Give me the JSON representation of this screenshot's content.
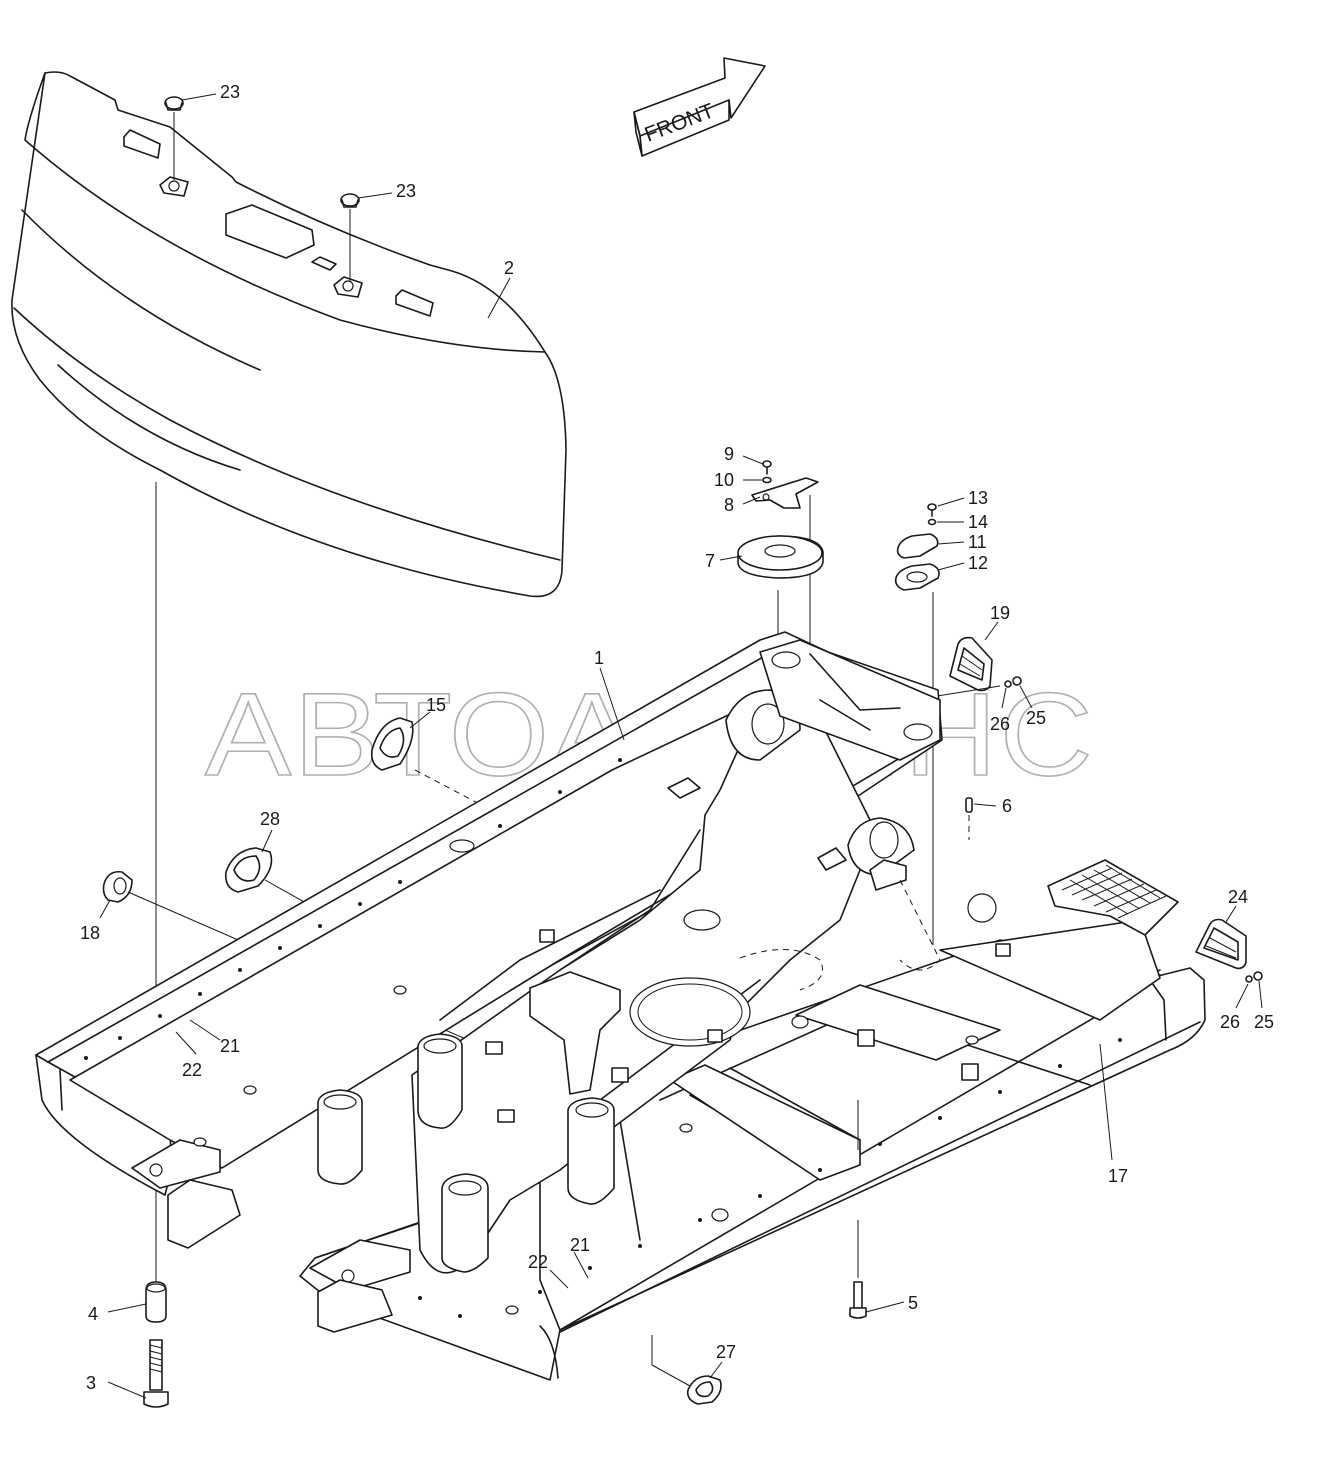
{
  "diagram": {
    "front_label": "FRONT",
    "watermark": "АВТОАЛЬЯНС",
    "callouts": [
      {
        "id": "c1",
        "label": "1"
      },
      {
        "id": "c2",
        "label": "2"
      },
      {
        "id": "c3",
        "label": "3"
      },
      {
        "id": "c4",
        "label": "4"
      },
      {
        "id": "c5",
        "label": "5"
      },
      {
        "id": "c6",
        "label": "6"
      },
      {
        "id": "c7",
        "label": "7"
      },
      {
        "id": "c8",
        "label": "8"
      },
      {
        "id": "c9",
        "label": "9"
      },
      {
        "id": "c10",
        "label": "10"
      },
      {
        "id": "c11",
        "label": "11"
      },
      {
        "id": "c12",
        "label": "12"
      },
      {
        "id": "c13",
        "label": "13"
      },
      {
        "id": "c14",
        "label": "14"
      },
      {
        "id": "c15",
        "label": "15"
      },
      {
        "id": "c17",
        "label": "17"
      },
      {
        "id": "c18",
        "label": "18"
      },
      {
        "id": "c19",
        "label": "19"
      },
      {
        "id": "c21a",
        "label": "21"
      },
      {
        "id": "c21b",
        "label": "21"
      },
      {
        "id": "c22a",
        "label": "22"
      },
      {
        "id": "c22b",
        "label": "22"
      },
      {
        "id": "c23a",
        "label": "23"
      },
      {
        "id": "c23b",
        "label": "23"
      },
      {
        "id": "c24",
        "label": "24"
      },
      {
        "id": "c25a",
        "label": "25"
      },
      {
        "id": "c25b",
        "label": "25"
      },
      {
        "id": "c26a",
        "label": "26"
      },
      {
        "id": "c26b",
        "label": "26"
      },
      {
        "id": "c27",
        "label": "27"
      },
      {
        "id": "c28",
        "label": "28"
      }
    ]
  }
}
